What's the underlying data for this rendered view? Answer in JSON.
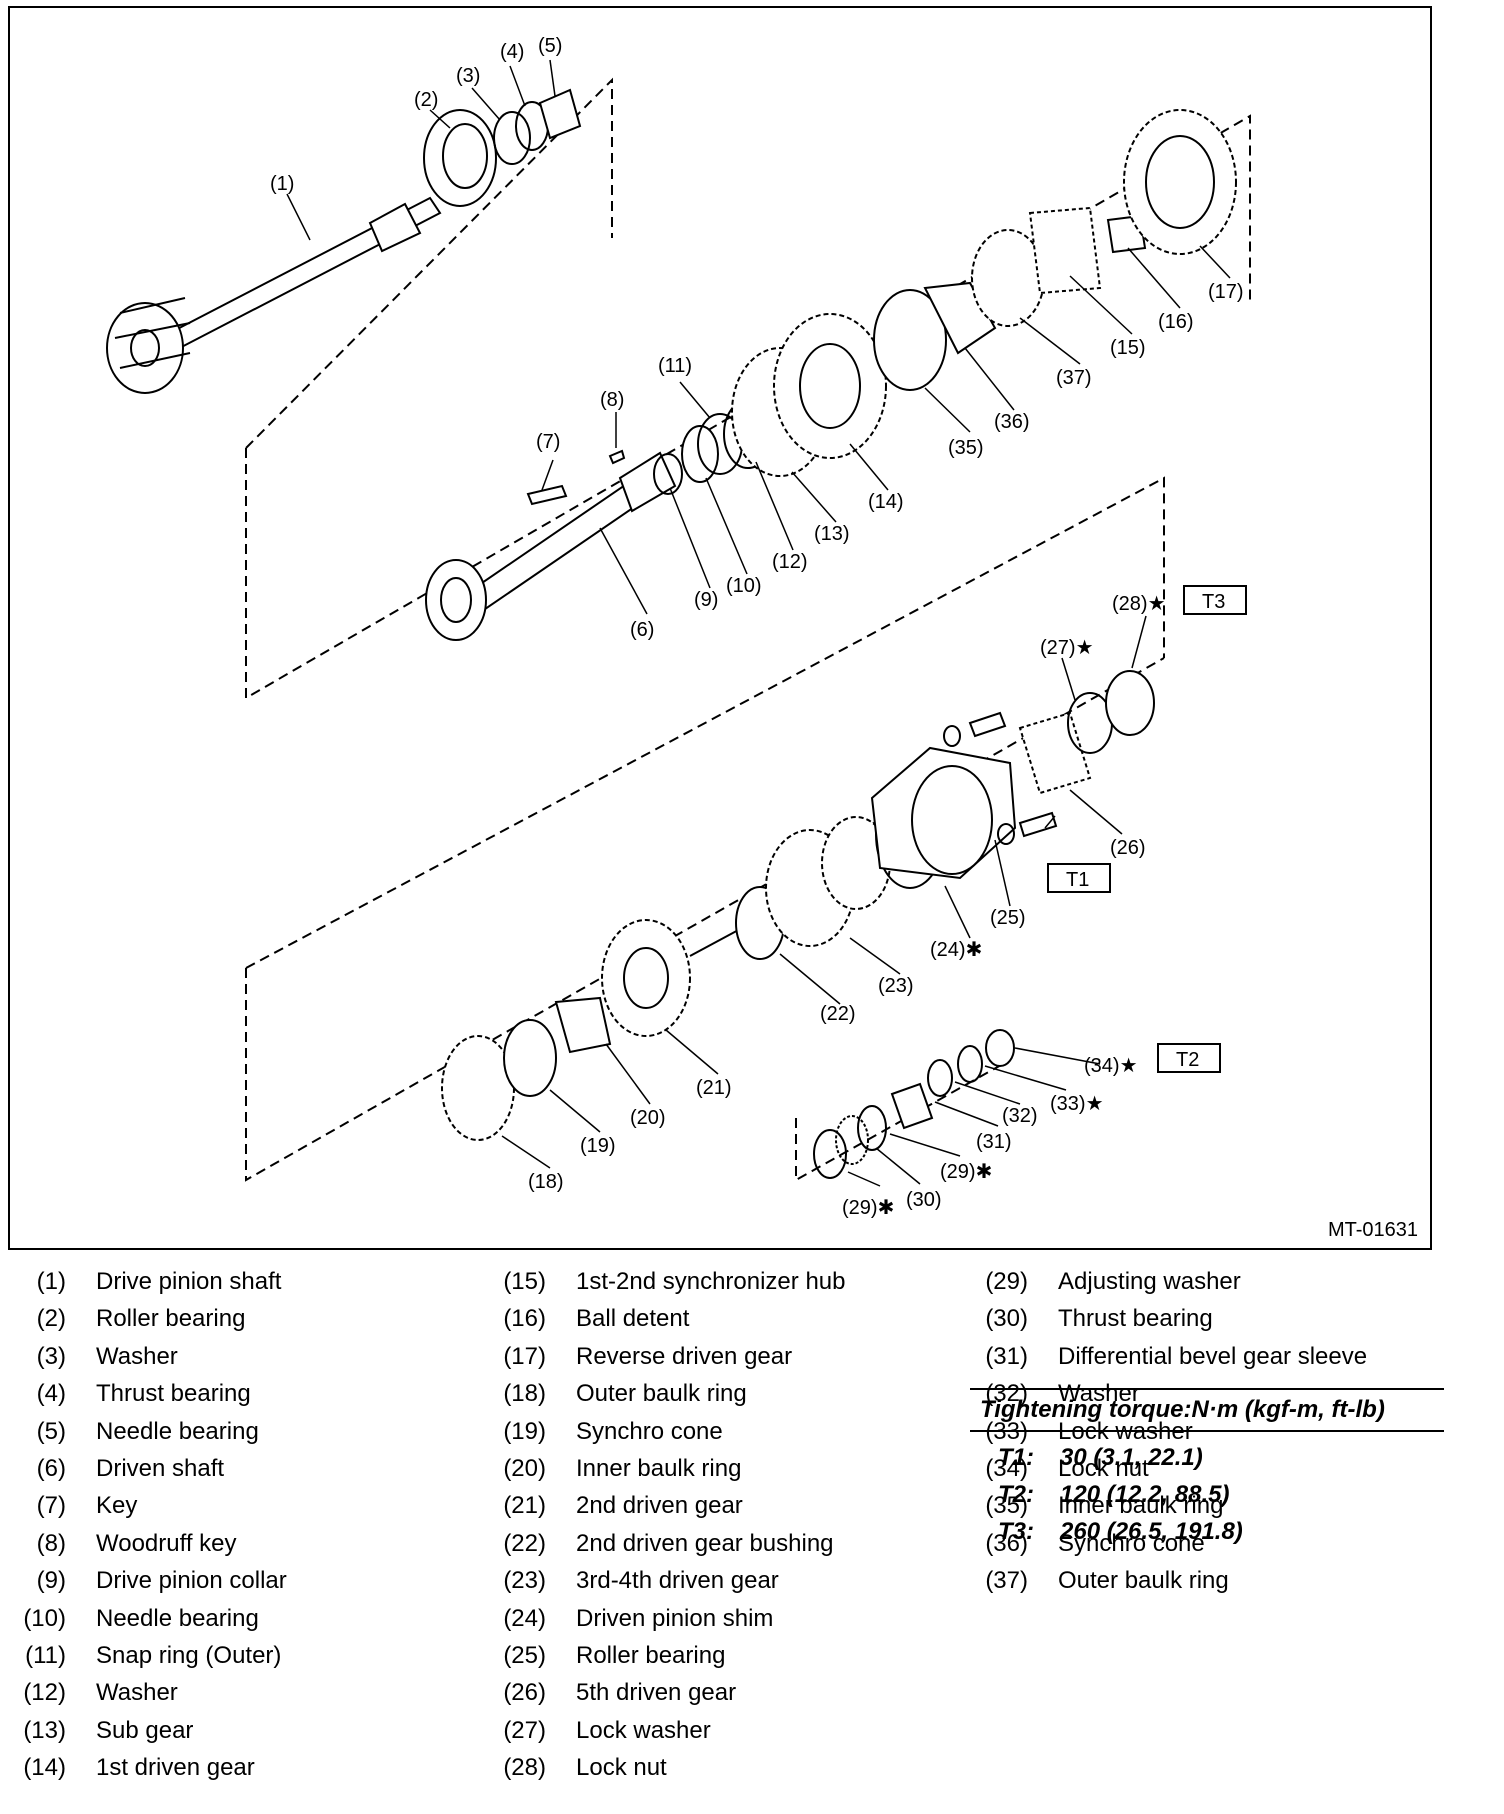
{
  "diagram": {
    "code": "MT-01631",
    "callouts": [
      "(1)",
      "(2)",
      "(3)",
      "(4)",
      "(5)",
      "(6)",
      "(7)",
      "(8)",
      "(9)",
      "(10)",
      "(11)",
      "(12)",
      "(13)",
      "(14)",
      "(15)",
      "(16)",
      "(17)",
      "(18)",
      "(19)",
      "(20)",
      "(21)",
      "(22)",
      "(23)",
      "(24)✱",
      "(25)",
      "(26)",
      "(27)★",
      "(28)★",
      "(29)✱",
      "(29)✱",
      "(30)",
      "(31)",
      "(32)",
      "(33)★",
      "(34)★",
      "(35)",
      "(36)",
      "(37)"
    ],
    "torque_boxes": [
      "T1",
      "T2",
      "T3"
    ]
  },
  "legend": {
    "col1": [
      {
        "num": "(1)",
        "name": "Drive pinion shaft"
      },
      {
        "num": "(2)",
        "name": "Roller bearing"
      },
      {
        "num": "(3)",
        "name": "Washer"
      },
      {
        "num": "(4)",
        "name": "Thrust bearing"
      },
      {
        "num": "(5)",
        "name": "Needle bearing"
      },
      {
        "num": "(6)",
        "name": "Driven shaft"
      },
      {
        "num": "(7)",
        "name": "Key"
      },
      {
        "num": "(8)",
        "name": "Woodruff key"
      },
      {
        "num": "(9)",
        "name": "Drive pinion collar"
      },
      {
        "num": "(10)",
        "name": "Needle bearing"
      },
      {
        "num": "(11)",
        "name": "Snap ring (Outer)"
      },
      {
        "num": "(12)",
        "name": "Washer"
      },
      {
        "num": "(13)",
        "name": "Sub gear"
      },
      {
        "num": "(14)",
        "name": "1st driven gear"
      }
    ],
    "col2": [
      {
        "num": "(15)",
        "name": "1st-2nd synchronizer hub"
      },
      {
        "num": "(16)",
        "name": "Ball detent"
      },
      {
        "num": "(17)",
        "name": "Reverse driven gear"
      },
      {
        "num": "(18)",
        "name": "Outer baulk ring"
      },
      {
        "num": "(19)",
        "name": "Synchro cone"
      },
      {
        "num": "(20)",
        "name": "Inner baulk ring"
      },
      {
        "num": "(21)",
        "name": "2nd driven gear"
      },
      {
        "num": "(22)",
        "name": "2nd driven gear bushing"
      },
      {
        "num": "(23)",
        "name": "3rd-4th driven gear"
      },
      {
        "num": "(24)",
        "name": "Driven pinion shim"
      },
      {
        "num": "(25)",
        "name": "Roller bearing"
      },
      {
        "num": "(26)",
        "name": "5th driven gear"
      },
      {
        "num": "(27)",
        "name": "Lock washer"
      },
      {
        "num": "(28)",
        "name": "Lock nut"
      }
    ],
    "col3": [
      {
        "num": "(29)",
        "name": "Adjusting washer"
      },
      {
        "num": "(30)",
        "name": "Thrust bearing"
      },
      {
        "num": "(31)",
        "name": "Differential bevel gear sleeve"
      },
      {
        "num": "(32)",
        "name": "Washer"
      },
      {
        "num": "(33)",
        "name": "Lock washer"
      },
      {
        "num": "(34)",
        "name": "Lock nut"
      },
      {
        "num": "(35)",
        "name": "Inner baulk ring"
      },
      {
        "num": "(36)",
        "name": "Synchro cone"
      },
      {
        "num": "(37)",
        "name": "Outer baulk ring"
      }
    ]
  },
  "torque": {
    "title": "Tightening torque:N·m (kgf-m, ft-lb)",
    "rows": [
      {
        "key": "T1:",
        "value": "30 (3.1, 22.1)"
      },
      {
        "key": "T2:",
        "value": "120 (12.2, 88.5)"
      },
      {
        "key": "T3:",
        "value": "260 (26.5, 191.8)"
      }
    ]
  }
}
